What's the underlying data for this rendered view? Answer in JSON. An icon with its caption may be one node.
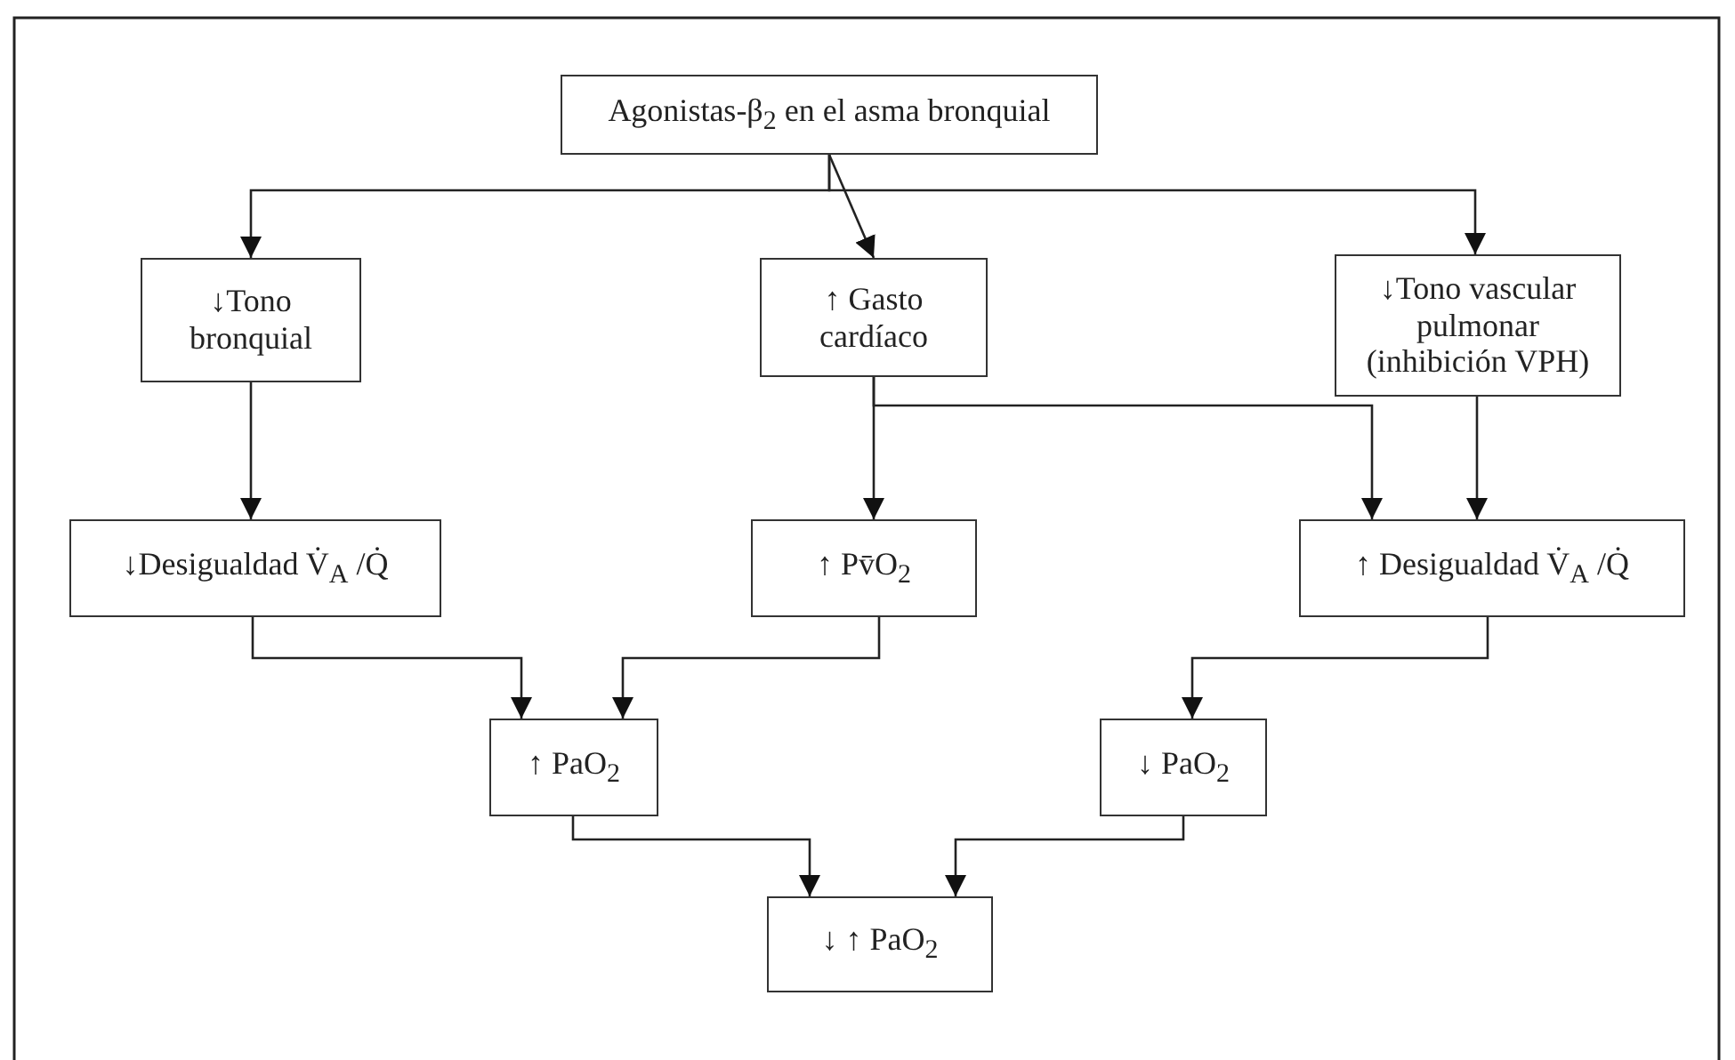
{
  "diagram": {
    "nodes": [
      {
        "text": [
          "Agonistas-β$_{2}$ en el asma bronquial"
        ]
      },
      {
        "text": [
          "↓Tono bronquial"
        ]
      },
      {
        "text": [
          "↑ Gasto cardíaco"
        ]
      },
      {
        "text": [
          "↓Tono vascular pulmonar (inhibición VPH)"
        ]
      },
      {
        "text": [
          "↓Desigualdad V̇$_{A}$ /Q̇"
        ]
      },
      {
        "text": [
          "↑ Pv̄O$_{2}$"
        ]
      },
      {
        "text": [
          "↑ Desigualdad V̇$_{A}$ /Q̇"
        ]
      },
      {
        "text": [
          "↑ PaO$_{2}$"
        ]
      },
      {
        "text": [
          "↓ PaO$_{2}$"
        ]
      },
      {
        "text": [
          "↓ ↑ PaO$_{2}$"
        ]
      }
    ],
    "edges": [
      {
        "from": 0,
        "to": 1,
        "arrow": "to"
      },
      {
        "from": 0,
        "to": 2,
        "arrow": "to"
      },
      {
        "from": 0,
        "to": 3,
        "arrow": "to"
      },
      {
        "from": 1,
        "to": 4,
        "arrow": "to"
      },
      {
        "from": 2,
        "to": 5,
        "arrow": "to"
      },
      {
        "from": 2,
        "to": 6,
        "arrow": "to"
      },
      {
        "from": 3,
        "to": 6,
        "arrow": "to"
      },
      {
        "from": 4,
        "to": 7,
        "arrow": "to"
      },
      {
        "from": 5,
        "to": 7,
        "arrow": "to"
      },
      {
        "from": 6,
        "to": 8,
        "arrow": "to"
      },
      {
        "from": 7,
        "to": 9,
        "arrow": "to"
      },
      {
        "from": 8,
        "to": 9,
        "arrow": "to"
      }
    ]
  }
}
